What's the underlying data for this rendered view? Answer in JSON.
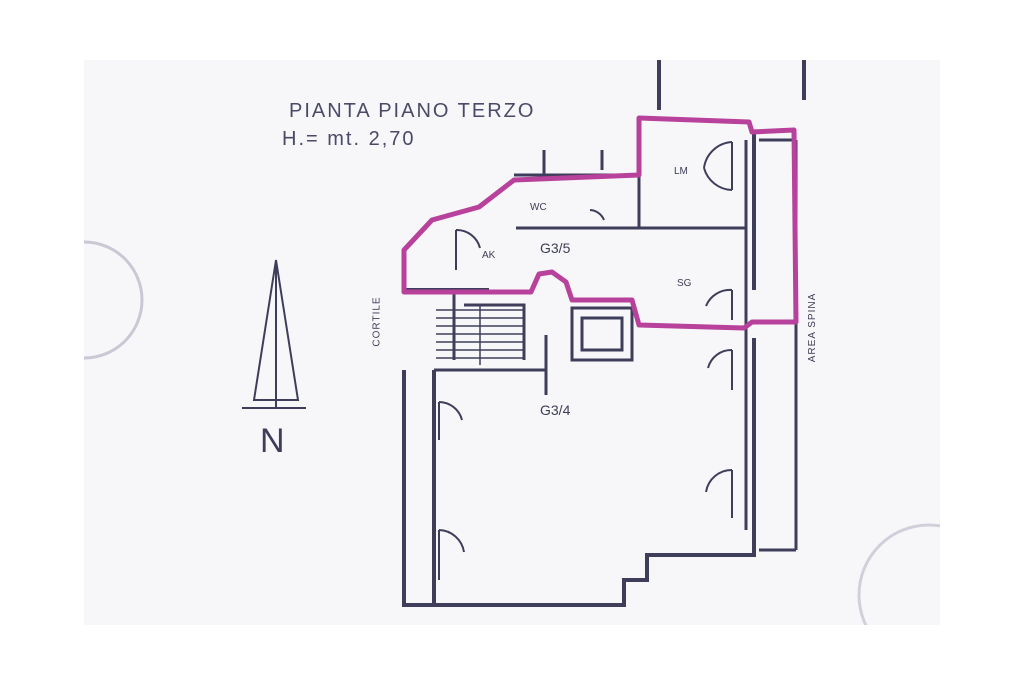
{
  "title": {
    "line1": "PIANTA PIANO TERZO",
    "line2": "H.= mt. 2,70"
  },
  "rooms": {
    "lm": "LM",
    "wc": "WC",
    "ak": "AK",
    "sg": "SG",
    "unit_upper": "G3/5",
    "unit_lower": "G3/4"
  },
  "labels": {
    "courtyard": "CORTILE",
    "area_side": "AREA SPINA",
    "north": "N"
  },
  "colors": {
    "line": "#3e3e5a",
    "highlight": "#b8419c",
    "paper": "#f7f7fa"
  }
}
